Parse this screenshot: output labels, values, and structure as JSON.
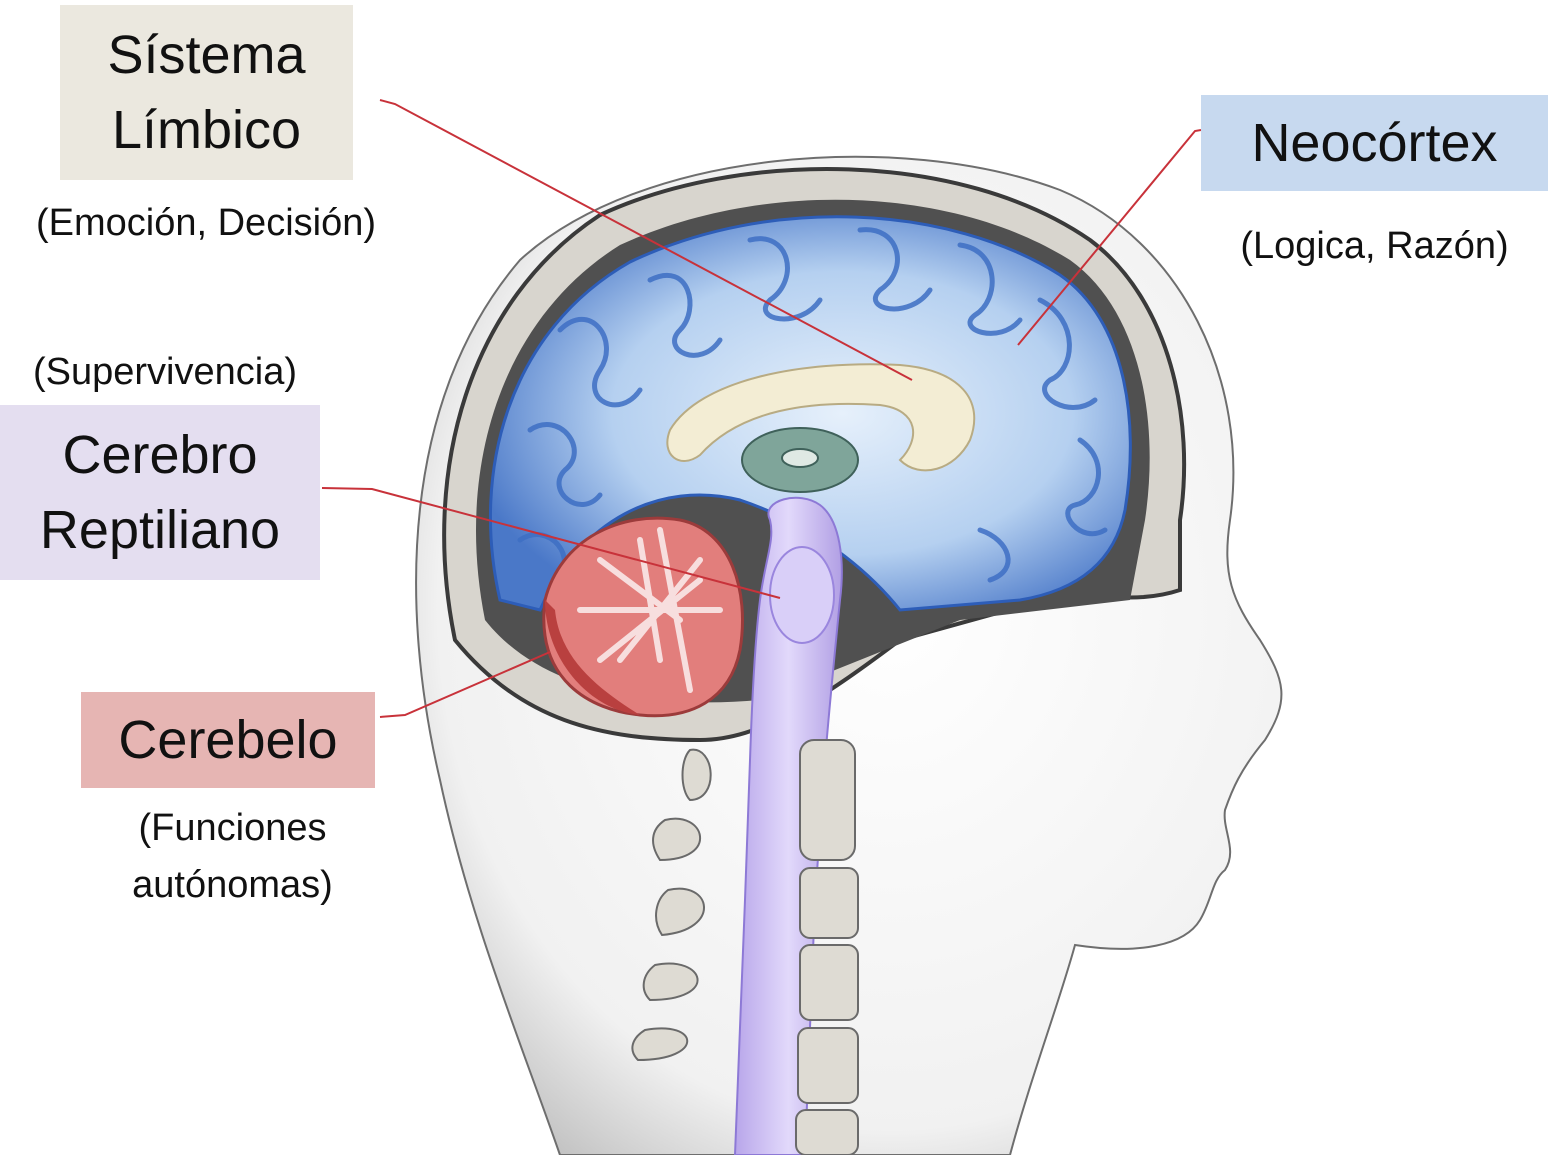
{
  "labels": {
    "limbic": {
      "line1": "Sístema",
      "line2": "Límbico",
      "caption": "(Emoción, Decisión)",
      "color": "#ebe8df"
    },
    "neocortex": {
      "title": "Neocórtex",
      "caption": "(Logica, Razón)",
      "color": "#c7d9ef"
    },
    "reptilian": {
      "caption_above": "(Supervivencia)",
      "line1": "Cerebro",
      "line2": "Reptiliano",
      "color": "#e4def0"
    },
    "cerebellum": {
      "title": "Cerebelo",
      "caption_line1": "(Funciones",
      "caption_line2": "autónomas)",
      "color": "#e6b5b3"
    }
  },
  "colors": {
    "leader_line": "#c8323a",
    "brain_blue": "#8fb7e8",
    "corpus_callosum": "#f0ead0",
    "brainstem": "#c9b8ee",
    "cerebellum_red": "#e07a78",
    "bone": "#d9d6cf"
  }
}
